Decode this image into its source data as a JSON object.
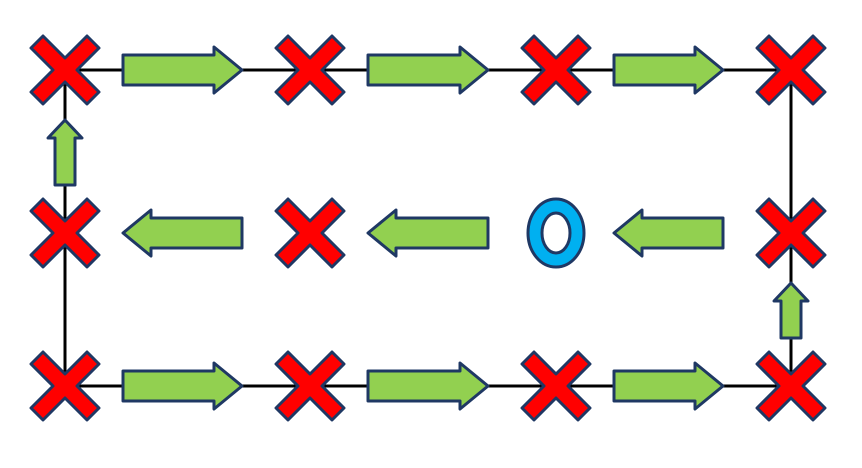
{
  "colors": {
    "background": "#ffffff",
    "line": "#000000",
    "x_fill": "#ff0000",
    "x_stroke": "#1f3864",
    "arrow_fill": "#92d050",
    "arrow_stroke": "#1f3864",
    "o_fill": "#00b0f0",
    "o_stroke": "#1f3864"
  },
  "diagram": {
    "nodes": [
      {
        "id": "n1",
        "marker": "x",
        "icon": "red-x-icon"
      },
      {
        "id": "n2",
        "marker": "x",
        "icon": "red-x-icon"
      },
      {
        "id": "n3",
        "marker": "x",
        "icon": "red-x-icon"
      },
      {
        "id": "n4",
        "marker": "x",
        "icon": "red-x-icon"
      },
      {
        "id": "n5",
        "marker": "x",
        "icon": "red-x-icon"
      },
      {
        "id": "n6",
        "marker": "x",
        "icon": "red-x-icon"
      },
      {
        "id": "n7",
        "marker": "o",
        "icon": "blue-o-icon"
      },
      {
        "id": "n8",
        "marker": "x",
        "icon": "red-x-icon"
      },
      {
        "id": "n9",
        "marker": "x",
        "icon": "red-x-icon"
      },
      {
        "id": "n10",
        "marker": "x",
        "icon": "red-x-icon"
      },
      {
        "id": "n11",
        "marker": "x",
        "icon": "red-x-icon"
      },
      {
        "id": "n12",
        "marker": "x",
        "icon": "red-x-icon"
      }
    ],
    "connectors": [
      {
        "from": "n1",
        "to": "n2"
      },
      {
        "from": "n2",
        "to": "n3"
      },
      {
        "from": "n3",
        "to": "n4"
      },
      {
        "from": "n4",
        "to": "n8"
      },
      {
        "from": "n8",
        "to": "n12"
      },
      {
        "from": "n9",
        "to": "n10"
      },
      {
        "from": "n10",
        "to": "n11"
      },
      {
        "from": "n11",
        "to": "n12"
      },
      {
        "from": "n9",
        "to": "n5"
      },
      {
        "from": "n5",
        "to": "n1"
      }
    ],
    "arrows": [
      {
        "between": [
          "n1",
          "n2"
        ],
        "direction": "right"
      },
      {
        "between": [
          "n2",
          "n3"
        ],
        "direction": "right"
      },
      {
        "between": [
          "n3",
          "n4"
        ],
        "direction": "right"
      },
      {
        "between": [
          "n9",
          "n10"
        ],
        "direction": "right"
      },
      {
        "between": [
          "n10",
          "n11"
        ],
        "direction": "right"
      },
      {
        "between": [
          "n11",
          "n12"
        ],
        "direction": "right"
      },
      {
        "between": [
          "n8",
          "n7"
        ],
        "direction": "left"
      },
      {
        "between": [
          "n7",
          "n6"
        ],
        "direction": "left"
      },
      {
        "between": [
          "n6",
          "n5"
        ],
        "direction": "left"
      },
      {
        "between": [
          "n5",
          "n1"
        ],
        "direction": "up"
      },
      {
        "between": [
          "n12",
          "n8"
        ],
        "direction": "up"
      }
    ]
  }
}
